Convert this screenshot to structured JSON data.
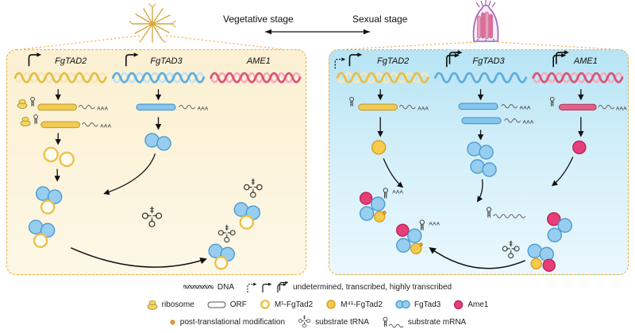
{
  "header": {
    "vegetative_stage": "Vegetative stage",
    "sexual_stage": "Sexual stage"
  },
  "panels": {
    "vegetative": {
      "tad2": "FgTAD2",
      "tad3": "FgTAD3",
      "ame1": "AME1"
    },
    "sexual": {
      "tad2": "FgTAD2",
      "tad3": "FgTAD3",
      "ame1": "AME1"
    }
  },
  "labels": {
    "poly_a": "AAA"
  },
  "legend": {
    "dna": "DNA",
    "arrow_types": "undetermined, transcribed, highly transcribed",
    "ribosome": "ribosome",
    "orf": "ORF",
    "m1_fgtad2": "M¹-FgTad2",
    "m41_fgtad2": "M⁴¹-FgTad2",
    "fgtad3": "FgTad3",
    "ame1": "Ame1",
    "ptm": "post-translational modification",
    "substrate_trna": "substrate tRNA",
    "substrate_mrna": "substrate mRNA"
  },
  "colors": {
    "panel_border": "#EFA93F",
    "vegetative_panel_bg": "#FBF0D2",
    "sexual_panel_bg": "#B7E4F4",
    "fgtad2_yellow": "#F6CA4B",
    "fgtad3_blue": "#97CEF0",
    "ame1_magenta": "#E73E79",
    "ptm_orange": "#F59B20"
  }
}
